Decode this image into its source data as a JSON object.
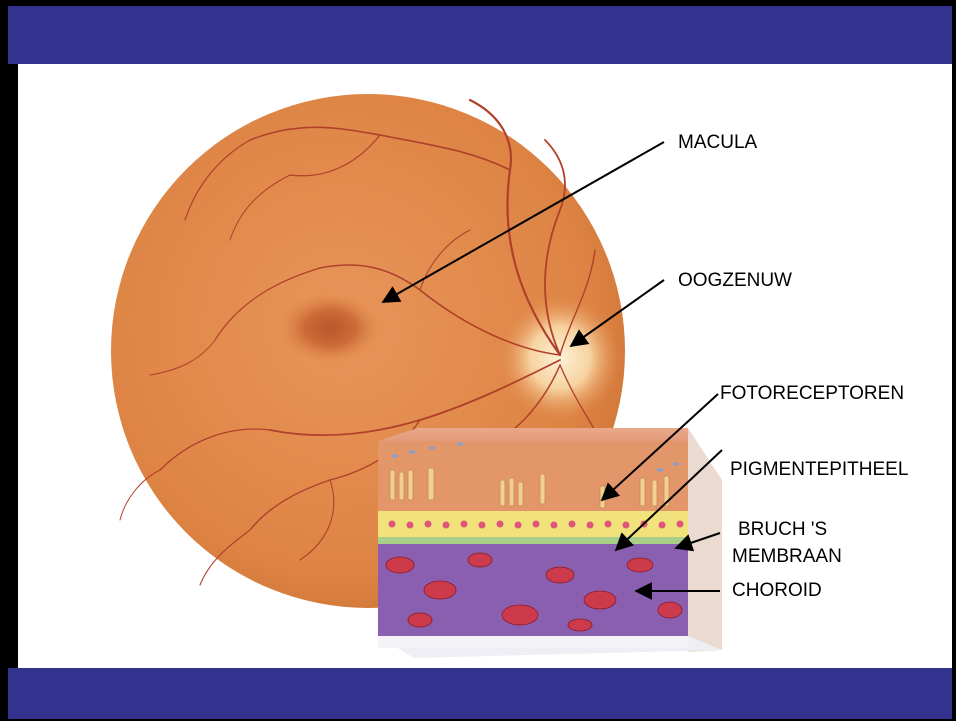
{
  "labels": {
    "macula": "MACULA",
    "optic_nerve": "OOGZENUW",
    "photoreceptors": "FOTORECEPTOREN",
    "pigment_epithelium": "PIGMENTEPITHEEL",
    "bruchs_line1": "BRUCH 'S",
    "bruchs_line2": "MEMBRAAN",
    "choroid": "CHOROID"
  },
  "colors": {
    "frame_band": "#33338f",
    "background": "#ffffff",
    "retina": "#e08a48",
    "vessel": "#b0402a",
    "optic_disc": "#f7d9a8",
    "photoreceptor_layer": "#e2966a",
    "pigment_layer": "#f2e27c",
    "bruchs_layer": "#a8cf8a",
    "choroid_layer": "#8a5fb0",
    "arrow": "#000000"
  }
}
